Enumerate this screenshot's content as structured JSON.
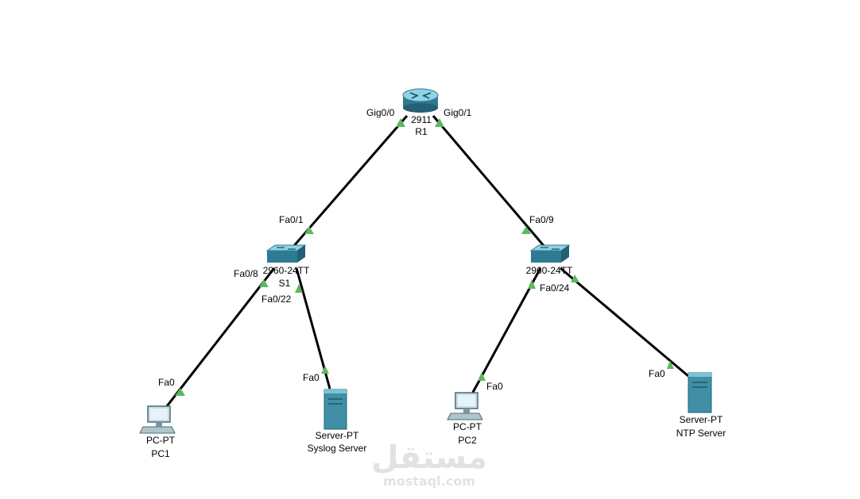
{
  "watermark": {
    "brand": "مستقل",
    "site": "mostaql.com"
  },
  "devices": {
    "r1": {
      "model": "2911",
      "name": "R1"
    },
    "s1": {
      "model": "2960-24TT",
      "name": "S1"
    },
    "s2": {
      "model": "2960-24TT",
      "name": ""
    },
    "pc1": {
      "model": "PC-PT",
      "name": "PC1"
    },
    "pc2": {
      "model": "PC-PT",
      "name": "PC2"
    },
    "syslog": {
      "model": "Server-PT",
      "name": "Syslog Server"
    },
    "ntp": {
      "model": "Server-PT",
      "name": "NTP Server"
    }
  },
  "ports": {
    "r1_left": "Gig0/0",
    "r1_right": "Gig0/1",
    "s1_uplink": "Fa0/1",
    "s1_pc": "Fa0/8",
    "s1_server": "Fa0/22",
    "s2_uplink": "Fa0/9",
    "s2_server": "Fa0/24",
    "pc1_nic": "Fa0",
    "syslog_nic": "Fa0",
    "pc2_nic": "Fa0",
    "ntp_nic": "Fa0"
  },
  "colors": {
    "link": "#000000",
    "port_up": "#5cb85c",
    "device": "#3f8fa6"
  }
}
